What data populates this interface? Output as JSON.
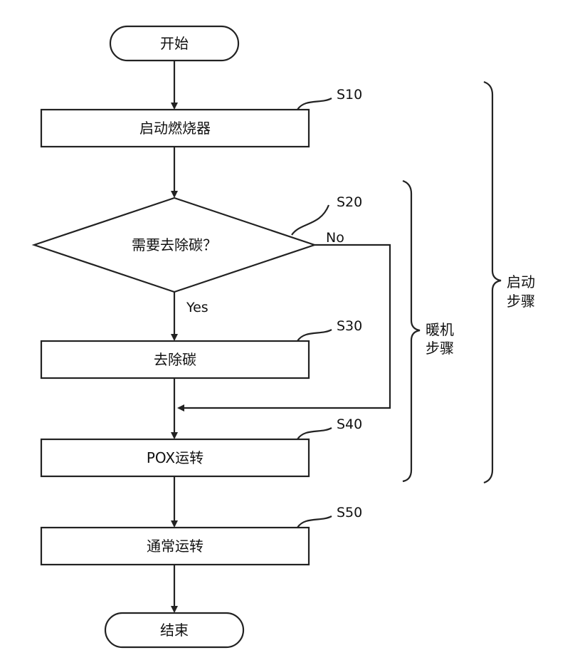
{
  "nodes": {
    "start": "开始",
    "s10": "启动燃烧器",
    "s20": "需要去除碳？",
    "s30": "去除碳",
    "s40": "POX运转",
    "s50": "通常运转",
    "end": "结束"
  },
  "steps": {
    "s10": "S10",
    "s20": "S20",
    "s30": "S30",
    "s40": "S40",
    "s50": "S50"
  },
  "branches": {
    "yes": "Yes",
    "no": "No"
  },
  "braces": {
    "warmup_line1": "暖机",
    "warmup_line2": "步骤",
    "startup_line1": "启动",
    "startup_line2": "步骤"
  }
}
